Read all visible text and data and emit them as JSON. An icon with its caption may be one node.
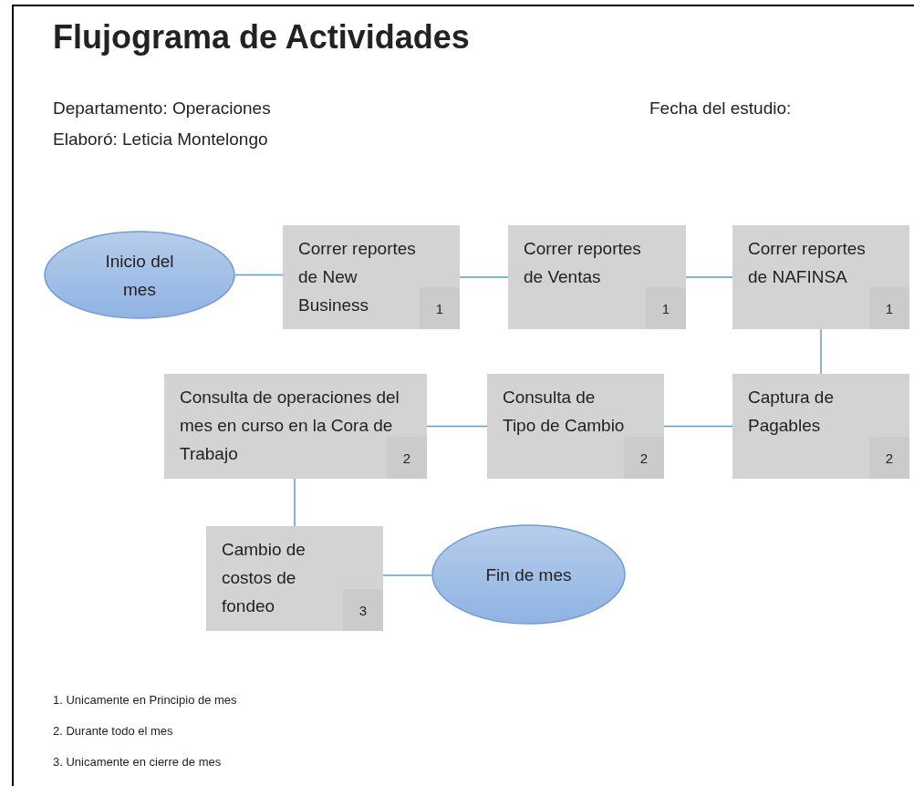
{
  "diagram": {
    "title": "Flujograma de Actividades",
    "nodes": [
      {
        "text": [
          "Inicio del mes"
        ]
      },
      {
        "text": [
          "Correr reportes de New Business",
          "1"
        ]
      },
      {
        "text": [
          "Correr reportes de Ventas",
          "1"
        ]
      },
      {
        "text": [
          "Correr reportes de NAFINSA",
          "1"
        ]
      },
      {
        "text": [
          "Consulta de operaciones del mes en curso en la Cora de Trabajo",
          "2"
        ]
      },
      {
        "text": [
          "Consulta de Tipo de Cambio",
          "2"
        ]
      },
      {
        "text": [
          "Captura de Pagables",
          "2"
        ]
      },
      {
        "text": [
          "Cambio de costos de fondeo",
          "3"
        ]
      },
      {
        "text": [
          "Fin de mes"
        ]
      }
    ],
    "edges": [
      {
        "from": 0,
        "to": 1,
        "arrow": "none"
      },
      {
        "from": 1,
        "to": 2,
        "arrow": "none"
      },
      {
        "from": 2,
        "to": 3,
        "arrow": "none"
      },
      {
        "from": 3,
        "to": 6,
        "arrow": "none"
      },
      {
        "from": 6,
        "to": 5,
        "arrow": "none"
      },
      {
        "from": 5,
        "to": 4,
        "arrow": "none"
      },
      {
        "from": 4,
        "to": 7,
        "arrow": "none"
      },
      {
        "from": 7,
        "to": 8,
        "arrow": "none"
      }
    ],
    "labels": [
      "Departamento: Operaciones",
      "Fecha del estudio:",
      "Elaboró: Leticia Montelongo",
      "1. Unicamente en Principio de mes",
      "2. Durante todo el mes",
      "3. Unicamente en cierre de mes"
    ]
  }
}
